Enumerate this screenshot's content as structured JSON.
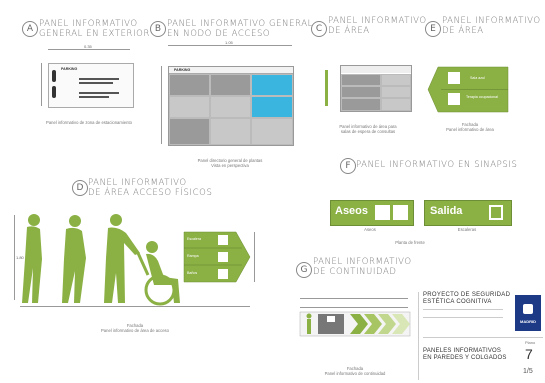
{
  "sections": {
    "a": {
      "letter": "A",
      "title_1": "PANEL INFORMATIVO",
      "title_2": "GENERAL EN EXTERIOR",
      "width": "0.35",
      "panel_label": "PARKING",
      "caption": "Panel informativo de zona de estacionamiento"
    },
    "b": {
      "letter": "B",
      "title_1": "PANEL INFORMATIVO GENERAL",
      "title_2": "EN NODO DE ACCESO",
      "width": "1.05",
      "panel_label": "PARKING",
      "caption_1": "Panel directorio general de plantas",
      "caption_2": "Vista en perspectiva"
    },
    "c": {
      "letter": "C",
      "title_1": "PANEL INFORMATIVO",
      "title_2": "DE ÁREA",
      "caption_1": "Panel informativo de área para",
      "caption_2": "salas de espera de consultas"
    },
    "e": {
      "letter": "E",
      "title_1": "PANEL INFORMATIVO",
      "title_2": "DE ÁREA",
      "row_1": "Sala azul",
      "row_2": "Terapia ocupacional",
      "caption_1": "Fachada",
      "caption_2": "Panel informativo de área"
    },
    "d": {
      "letter": "D",
      "title_1": "PANEL INFORMATIVO",
      "title_2": "DE ÁREA ACCESO FÍSICOS",
      "height": "1.80",
      "row_1": "Escalera",
      "row_2": "Rampa",
      "row_3": "Baños",
      "caption_1": "Fachada",
      "caption_2": "Panel informativo de área de acceso"
    },
    "f": {
      "letter": "F",
      "title": "PANEL INFORMATIVO EN SINAPSIS",
      "aseos": "Aseos",
      "salida": "Salida",
      "caption_1": "Aseos",
      "caption_2": "Escaleras",
      "sub_caption": "Planta de frente"
    },
    "g": {
      "letter": "G",
      "title_1": "PANEL INFORMATIVO",
      "title_2": "DE CONTINUIDAD",
      "caption_1": "Fachada",
      "caption_2": "Panel informativo de continuidad"
    }
  },
  "title_block": {
    "project_1": "PROYECTO DE SEGURIDAD",
    "project_2": "ESTÉTICA COGNITIVA",
    "plan_label": "Plano",
    "plan_number": "7",
    "sheet": "1/5",
    "drawing_1": "PANELES INFORMATIVOS",
    "drawing_2": "EN PAREDES Y COLGADOS",
    "city": "MADRID"
  },
  "colors": {
    "green": "#8bb044",
    "blue": "#39b5e0",
    "navy": "#1c3a86",
    "grey": "#9a9a9a"
  }
}
